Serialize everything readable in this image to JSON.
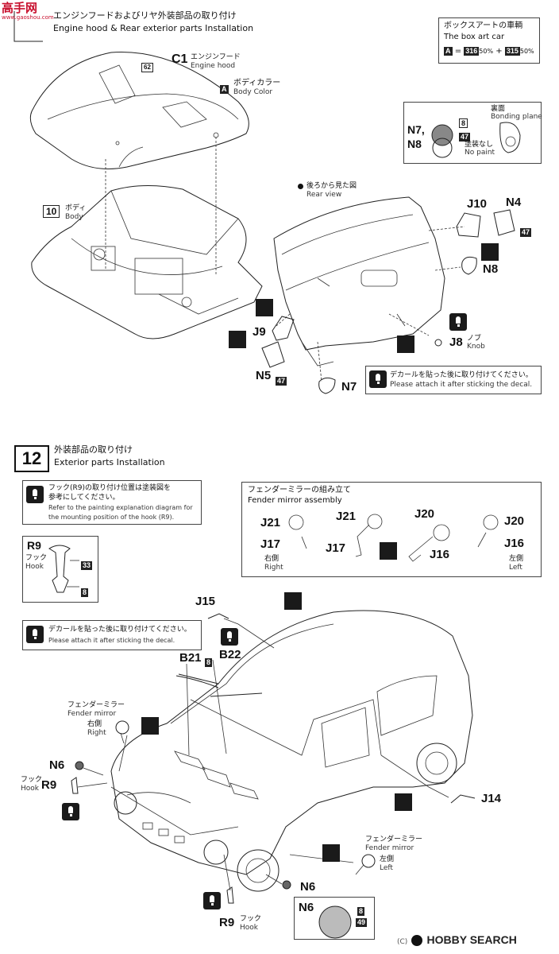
{
  "header": {
    "logo_text": "高手网",
    "logo_url": "www.gaoshou.com",
    "title_jp": "エンジンフードおよびリヤ外装部品の取り付け",
    "title_en": "Engine hood & Rear exterior parts  Installation"
  },
  "boxart": {
    "title_jp": "ボックスアートの車輌",
    "title_en": "The box art car",
    "formula_letter": "A",
    "formula_eq": "=",
    "c1": "316",
    "p1": "50%",
    "plus": "+",
    "c2": "315",
    "p2": "50%"
  },
  "bonding": {
    "parts": "N7,",
    "parts2": "N8",
    "color1": "8",
    "color2": "47",
    "back_jp": "裏面",
    "back_en": "Bonding plane",
    "nopaint_jp": "塗装なし",
    "nopaint_en": "No paint"
  },
  "hood": {
    "c1": "C1",
    "c1_jp": "エンジンフード",
    "c1_en": "Engine hood",
    "color62": "62",
    "a_letter": "A",
    "bodycolor_jp": "ボディカラー",
    "bodycolor_en": "Body Color",
    "body_num": "10",
    "body_jp": "ボディ",
    "body_en": "Body"
  },
  "rear": {
    "view_jp": "後ろから見た図",
    "view_en": "Rear view",
    "j10": "J10",
    "n4": "N4",
    "n4_color": "47",
    "n8": "N8",
    "j9": "J9",
    "n5": "N5",
    "n5_color": "47",
    "j8": "J8",
    "knob_jp": "ノブ",
    "knob_en": "Knob",
    "n7": "N7",
    "decal_jp": "デカールを貼った後に取り付けてください。",
    "decal_en": "Please attach it after sticking the decal."
  },
  "step12": {
    "number": "12",
    "title_jp": "外装部品の取り付け",
    "title_en": "Exterior parts  Installation",
    "hook_note_jp1": "フック(R9)の取り付け位置は塗装図を",
    "hook_note_jp2": "参考にしてください。",
    "hook_note_en1": "Refer to the painting explanation diagram for",
    "hook_note_en2": "the mounting position of the hook (R9).",
    "r9": "R9",
    "hook_jp": "フック",
    "hook_en": "Hook",
    "c33": "33",
    "c8": "8",
    "mirror_title_jp": "フェンダーミラーの組み立て",
    "mirror_title_en": "Fender mirror assembly",
    "j21a": "J21",
    "j17a": "J17",
    "right_jp": "右側",
    "right_en": "Right",
    "j21b": "J21",
    "j17b": "J17",
    "j20a": "J20",
    "j16a": "J16",
    "j20b": "J20",
    "j16b": "J16",
    "left_jp": "左側",
    "left_en": "Left",
    "decal_jp": "デカールを貼った後に取り付けてください。",
    "decal_en": "Please attach it after sticking the decal.",
    "j15": "J15",
    "b21": "B21",
    "b21_color": "8",
    "b22": "B22",
    "fm_jp": "フェンダーミラー",
    "fm_en": "Fender mirror",
    "fm_right_jp": "右側",
    "fm_right_en": "Right",
    "n6": "N6",
    "r9b": "R9",
    "hook2_jp": "フック",
    "hook2_en": "Hook",
    "j14": "J14",
    "fm2_jp": "フェンダーミラー",
    "fm2_en": "Fender mirror",
    "fm_left_jp": "左側",
    "fm_left_en": "Left",
    "n6b": "N6",
    "r9c": "R9",
    "hook3_jp": "フック",
    "hook3_en": "Hook",
    "n6c": "N6",
    "n6_c1": "8",
    "n6_c2": "49"
  },
  "watermark": {
    "copyright": "(C)",
    "brand": "HOBBY SEARCH"
  }
}
